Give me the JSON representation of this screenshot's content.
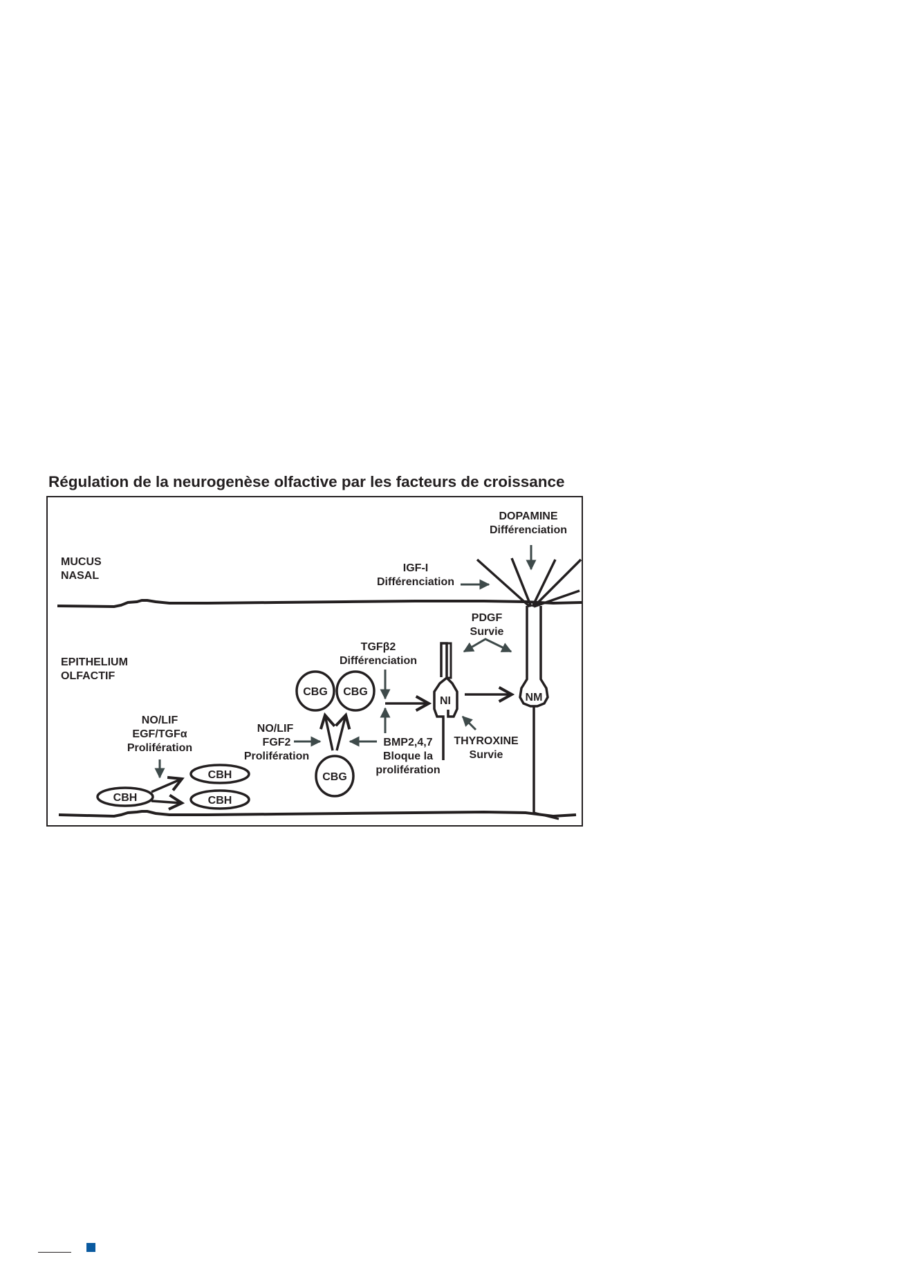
{
  "title": "Régulation de la neurogenèse olfactive par les facteurs de croissance",
  "layers": {
    "mucus": [
      "MUCUS",
      "NASAL"
    ],
    "epithelium": [
      "EPITHELIUM",
      "OLFACTIF"
    ]
  },
  "cells": {
    "cbh_source": "CBH",
    "cbh_top": "CBH",
    "cbh_bottom": "CBH",
    "cbg_bottom": "CBG",
    "cbg_left": "CBG",
    "cbg_right": "CBG",
    "ni": "NI",
    "nm": "NM"
  },
  "factors": {
    "dopamine": [
      "DOPAMINE",
      "Différenciation"
    ],
    "igf": [
      "IGF-I",
      "Différenciation"
    ],
    "pdgf": [
      "PDGF",
      "Survie"
    ],
    "tgfb2": [
      "TGFβ2",
      "Différenciation"
    ],
    "nolif_egf": [
      "NO/LIF",
      "EGF/TGFα",
      "Prolifération"
    ],
    "nolif_fgf2": [
      "NO/LIF",
      "FGF2",
      "Prolifération"
    ],
    "bmp": [
      "BMP2,4,7",
      "Bloque la",
      "prolifération"
    ],
    "thyroxine": [
      "THYROXINE",
      "Survie"
    ]
  },
  "colors": {
    "ink": "#231f20",
    "factor_arrow": "#3e4a4a",
    "footer_accent": "#0a5aa0"
  }
}
